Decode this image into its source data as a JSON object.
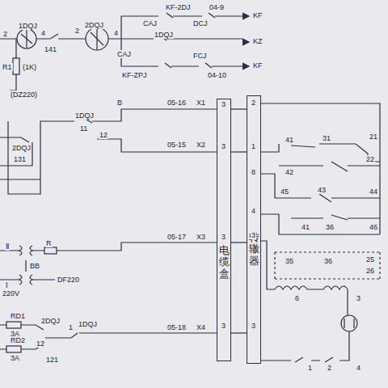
{
  "diagram": {
    "nodes": [
      {
        "text": [
          "电缆盒"
        ]
      },
      {
        "text": [
          "转辙器"
        ]
      }
    ],
    "edges": [
      {
        "from": 0,
        "to": 1,
        "arrow": "none"
      },
      {
        "from": 0,
        "to": 1,
        "arrow": "none"
      },
      {
        "from": 0,
        "to": 1,
        "arrow": "none"
      },
      {
        "from": 0,
        "to": 1,
        "arrow": "none"
      }
    ],
    "labels": [
      "2",
      "1DQJ",
      "4",
      "141",
      "2",
      "2DQJ",
      "4",
      "KF-2DJ",
      "04-9",
      "CAJ",
      "DCJ",
      "KF",
      "1DQJ",
      "KZ",
      "CAJ",
      "KF-ZPJ",
      "FCJ",
      "04-10",
      "KF",
      "R1",
      "(1K)",
      "(DZ220)",
      "1DQJ",
      "11",
      "12",
      "B",
      "2DQJ",
      "131",
      "05-16",
      "X1",
      "05-15",
      "X2",
      "3",
      "3",
      "3",
      "3",
      "2",
      "1",
      "8",
      "4",
      "3",
      "3",
      "41",
      "31",
      "21",
      "42",
      "22",
      "45",
      "43",
      "44",
      "41",
      "36",
      "46",
      "35",
      "36",
      "25",
      "26",
      "6",
      "3",
      "1",
      "2",
      "4",
      "Ⅱ",
      "R",
      "BB",
      "Ⅰ",
      "220V",
      "DF220",
      "05-17",
      "X3",
      "RD1",
      "3A",
      "RD2",
      "3A",
      "2DQJ",
      "12",
      "121",
      "1DQJ",
      "1",
      "05-18",
      "X4"
    ]
  }
}
